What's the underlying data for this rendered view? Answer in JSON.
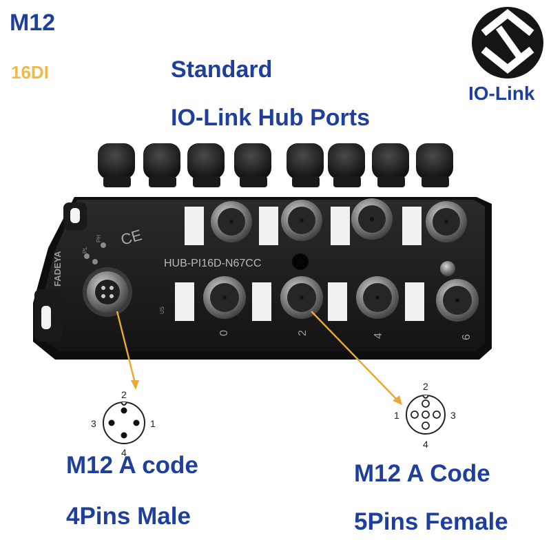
{
  "header": {
    "connector_type": "M12",
    "channels": "16DI",
    "line1": "Standard",
    "line2": "IO-Link Hub Ports"
  },
  "logo": {
    "name": "io-link-logo",
    "label": "IO-Link"
  },
  "device": {
    "brand": "FADEYA",
    "model": "HUB-PI16D-N67CC",
    "ce_mark": "CE",
    "led_labels": [
      "PH",
      "PL",
      "US"
    ],
    "port_numbers": [
      "0",
      "2",
      "4",
      "6"
    ]
  },
  "male_connector": {
    "pins": [
      "1",
      "2",
      "3",
      "4"
    ],
    "caption_line1": "M12 A code",
    "caption_line2": "4Pins Male"
  },
  "female_connector": {
    "pins": [
      "1",
      "2",
      "3",
      "4"
    ],
    "caption_line1": "M12 A Code",
    "caption_line2": "5Pins Female"
  },
  "colors": {
    "title_blue": "#1f3f9c",
    "accent_gold": "#f0b94a",
    "hub_black": "#1c1c1c",
    "arrow": "#e8a836"
  }
}
